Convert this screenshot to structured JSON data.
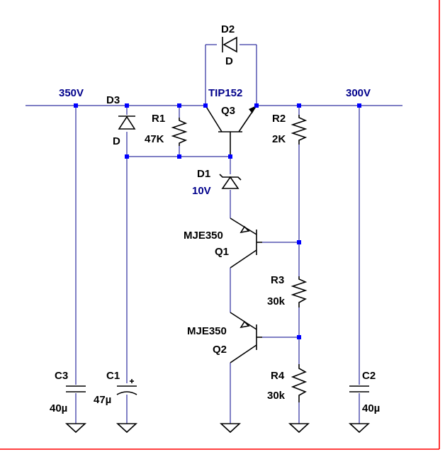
{
  "nets": {
    "input": "350V",
    "output": "300V"
  },
  "components": {
    "d2": {
      "ref": "D2",
      "value": "D"
    },
    "d3": {
      "ref": "D3",
      "value": "D"
    },
    "r1": {
      "ref": "R1",
      "value": "47K"
    },
    "q3": {
      "ref": "Q3",
      "value": "TIP152"
    },
    "r2": {
      "ref": "R2",
      "value": "2K"
    },
    "d1": {
      "ref": "D1",
      "value": "10V"
    },
    "q1": {
      "ref": "Q1",
      "value": "MJE350"
    },
    "q2": {
      "ref": "Q2",
      "value": "MJE350"
    },
    "r3": {
      "ref": "R3",
      "value": "30k"
    },
    "r4": {
      "ref": "R4",
      "value": "30k"
    },
    "c3": {
      "ref": "C3",
      "value": "40µ"
    },
    "c1": {
      "ref": "C1",
      "value": "47µ"
    },
    "c2": {
      "ref": "C2",
      "value": "40µ"
    }
  },
  "colors": {
    "wire": "#00008b",
    "node": "#0000ff",
    "component": "#000000",
    "frame": "#ff0000"
  }
}
